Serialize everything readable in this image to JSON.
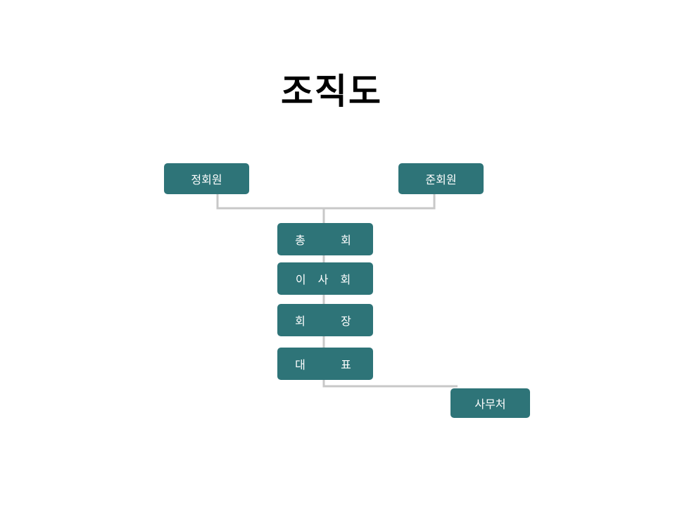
{
  "title": "조직도",
  "nodes": {
    "regular_members": "정회원",
    "associate_members": "준회원",
    "general_assembly": "총    회",
    "board_of_directors": "이 사 회",
    "chairman": "회    장",
    "representative": "대    표",
    "secretariat": "사무처"
  },
  "colors": {
    "node_fill": "#2e7478",
    "node_text": "#ffffff",
    "connector": "#c8c8c8",
    "title": "#000000"
  }
}
